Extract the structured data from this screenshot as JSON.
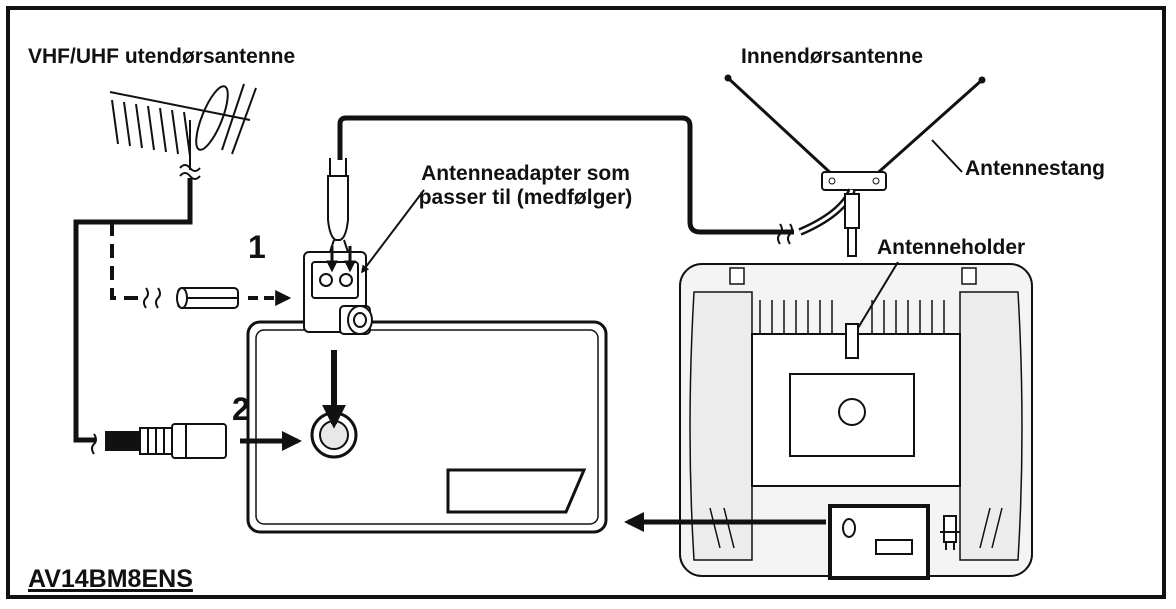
{
  "labels": {
    "outdoor_antenna": "VHF/UHF utendørsantenne",
    "indoor_antenna": "Innendørsantenne",
    "antenna_rod": "Antennestang",
    "antenna_holder": "Antenneholder",
    "antenna_adapter": "Antenneadapter som passer til (medfølger)",
    "step_1": "1",
    "step_2": "2",
    "model": "AV14BM8ENS"
  },
  "colors": {
    "line": "#111111",
    "background": "#ffffff",
    "tv_fill": "#f4f4f4"
  }
}
